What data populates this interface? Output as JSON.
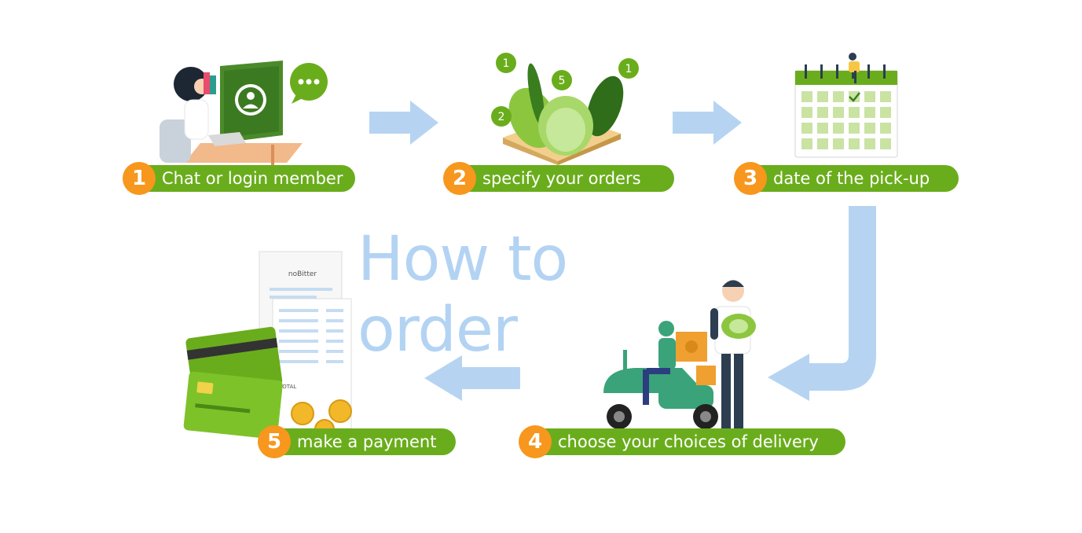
{
  "title": "How to order",
  "colors": {
    "green": "#6aad1c",
    "orange": "#f7971d",
    "arrow": "#b6d4f2",
    "title": "#b3d3f3"
  },
  "steps": [
    {
      "number": "1",
      "label": "Chat or login member",
      "icon": "computer-chat-icon"
    },
    {
      "number": "2",
      "label": "specify your orders",
      "icon": "vegetable-box-icon"
    },
    {
      "number": "3",
      "label": "date of the pick-up",
      "icon": "calendar-icon"
    },
    {
      "number": "4",
      "label": "choose your choices of delivery",
      "icon": "delivery-scooter-icon"
    },
    {
      "number": "5",
      "label": "make a payment",
      "icon": "payment-card-receipt-icon"
    }
  ],
  "veg_counts": [
    "1",
    "5",
    "1",
    "2"
  ],
  "receipt": {
    "brand": "noBitter",
    "total_label": "TOTAL"
  }
}
